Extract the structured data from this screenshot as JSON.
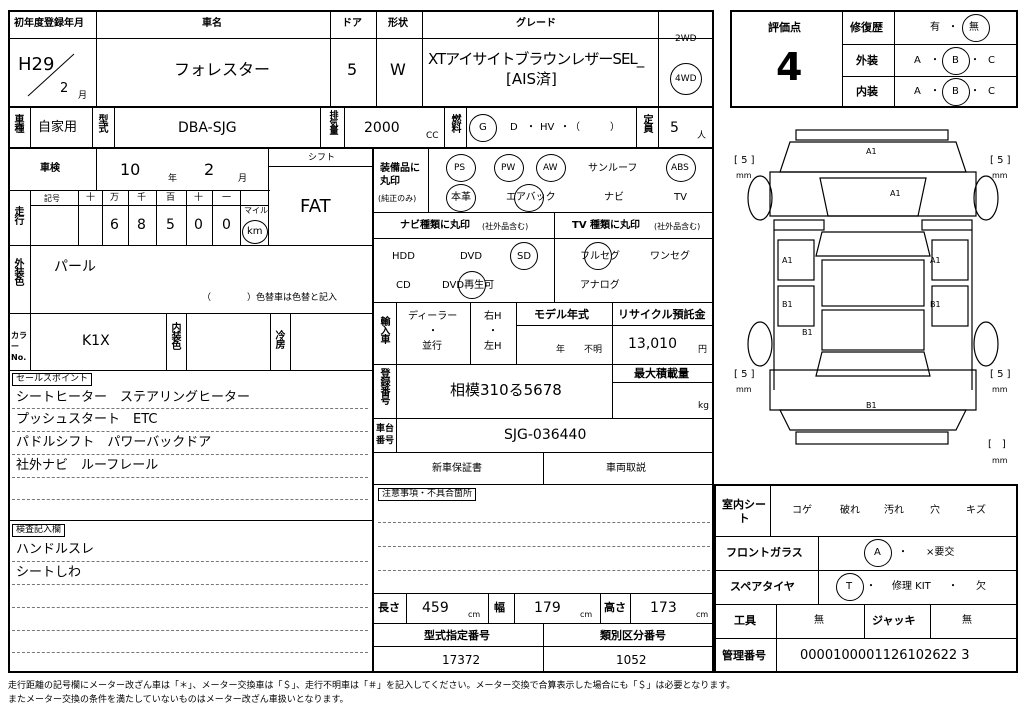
{
  "header": {
    "first_reg_label": "初年度登録年月",
    "first_reg_era_year": "H29",
    "first_reg_month": "2",
    "month_unit": "月",
    "car_name_label": "車名",
    "car_name": "フォレスター",
    "door_label": "ドア",
    "doors": "5",
    "shape_label": "形状",
    "shape": "W",
    "grade_label": "グレード",
    "grade_line1": "XTアイサイトブラウンレザーSEL_",
    "grade_line2": "[AIS済]",
    "drive_2wd": "2WD",
    "drive_4wd": "4WD"
  },
  "eval": {
    "score_label": "評価点",
    "score": "4",
    "repair_label": "修復歴",
    "repair_yes": "有",
    "repair_no": "無",
    "exterior_label": "外装",
    "interior_label": "内装",
    "grade_a": "A",
    "grade_b": "B",
    "grade_c": "C"
  },
  "row2": {
    "usage_label": "車種",
    "usage": "自家用",
    "model_label": "型式",
    "model": "DBA-SJG",
    "displacement_label": "排気量",
    "displacement": "2000",
    "cc": "CC",
    "fuel_label": "燃料",
    "fuel_g": "G",
    "fuel_d": "D",
    "fuel_hv": "HV",
    "fuel_paren": "（　　　）",
    "capacity_label": "定員",
    "capacity": "5",
    "person_unit": "人"
  },
  "inspection": {
    "label": "車検",
    "year": "10",
    "year_unit": "年",
    "month": "2",
    "month_unit": "月",
    "shift_label": "シフト",
    "shift": "FAT"
  },
  "mileage": {
    "label": "走行",
    "symbol_label": "記号",
    "digit_labels": [
      "十",
      "万",
      "千",
      "百",
      "十",
      "一"
    ],
    "digits": [
      "",
      "6",
      "8",
      "5",
      "0",
      "0"
    ],
    "mile_label": "マイル",
    "km_label": "km"
  },
  "color": {
    "exterior_label": "外装色",
    "exterior": "パール",
    "color_change_note": "（　　　　）色替車は色替と記入",
    "color_no_label": "カラーNo.",
    "color_no": "K1X",
    "interior_label": "内装色",
    "aircon_label": "冷房"
  },
  "equipment": {
    "label": "装備品に丸印",
    "sublabel": "(純正のみ)",
    "items": [
      "PS",
      "PW",
      "AW",
      "サンルーフ",
      "ABS",
      "本革",
      "エアバック",
      "ナビ",
      "TV"
    ]
  },
  "navi": {
    "label": "ナビ種類に丸印",
    "note": "(社外品含む)",
    "items": [
      "HDD",
      "DVD",
      "SD",
      "CD",
      "DVD再生可"
    ]
  },
  "tv": {
    "label": "TV 種類に丸印",
    "note": "(社外品含む)",
    "items": [
      "フルセグ",
      "ワンセグ",
      "アナログ"
    ]
  },
  "import": {
    "label": "輸入車",
    "dealer": "ディーラー",
    "parallel": "並行",
    "right_h": "右H",
    "left_h": "左H",
    "dot": "・",
    "model_year_label": "モデル年式",
    "model_year_unit": "年",
    "model_year_unknown": "不明",
    "recycle_label": "リサイクル預託金",
    "recycle": "13,010",
    "yen": "円"
  },
  "registration": {
    "label": "登録番号",
    "number": "相模310る5678",
    "max_load_label": "最大積載量",
    "kg": "kg"
  },
  "chassis": {
    "label": "車台番号",
    "number": "SJG-036440",
    "warranty": "新車保証書",
    "manual": "車両取説",
    "notes_label": "注意事項・不具合箇所"
  },
  "sales": {
    "label": "セールスポイント",
    "lines": [
      "シートヒーター　ステアリングヒーター",
      "プッシュスタート　ETC",
      "パドルシフト　パワーバックドア",
      "社外ナビ　ルーフレール"
    ]
  },
  "check": {
    "label": "検査記入欄",
    "lines": [
      "ハンドルスレ",
      "シートしわ"
    ]
  },
  "dims": {
    "length_label": "長さ",
    "length": "459",
    "width_label": "幅",
    "width": "179",
    "height_label": "高さ",
    "height": "173",
    "unit": "cm",
    "type_no_label": "型式指定番号",
    "type_no": "17372",
    "class_no_label": "類別区分番号",
    "class_no": "1052"
  },
  "interior_check": {
    "label": "室内シート",
    "items": [
      "コゲ",
      "破れ",
      "汚れ",
      "穴",
      "キズ"
    ],
    "windshield_label": "フロントガラス",
    "windshield_a": "A",
    "windshield_replace": "×要交",
    "spare_label": "スペアタイヤ",
    "spare_t": "T",
    "spare_kit": "修理 KIT",
    "spare_none": "欠",
    "tools_label": "工具",
    "tools": "無",
    "jack_label": "ジャッキ",
    "jack": "無",
    "control_label": "管理番号",
    "control_no": "0000100001126102622 3"
  },
  "diagram": {
    "marks": [
      "A1",
      "A1",
      "A1",
      "A1",
      "B1",
      "B1",
      "B1",
      "B1"
    ],
    "mm_bracket": "[ 5 ]",
    "mm": "mm",
    "bracket": "[　]"
  },
  "footer": {
    "line1": "走行距離の記号欄にメーター改ざん車は「＊」、メーター交換車は「＄」、走行不明車は「＃」を記入してください。メーター交換で合算表示した場合にも「＄」は必要となります。",
    "line2": "またメーター交換の条件を満たしていないものはメーター改ざん車扱いとなります。"
  }
}
